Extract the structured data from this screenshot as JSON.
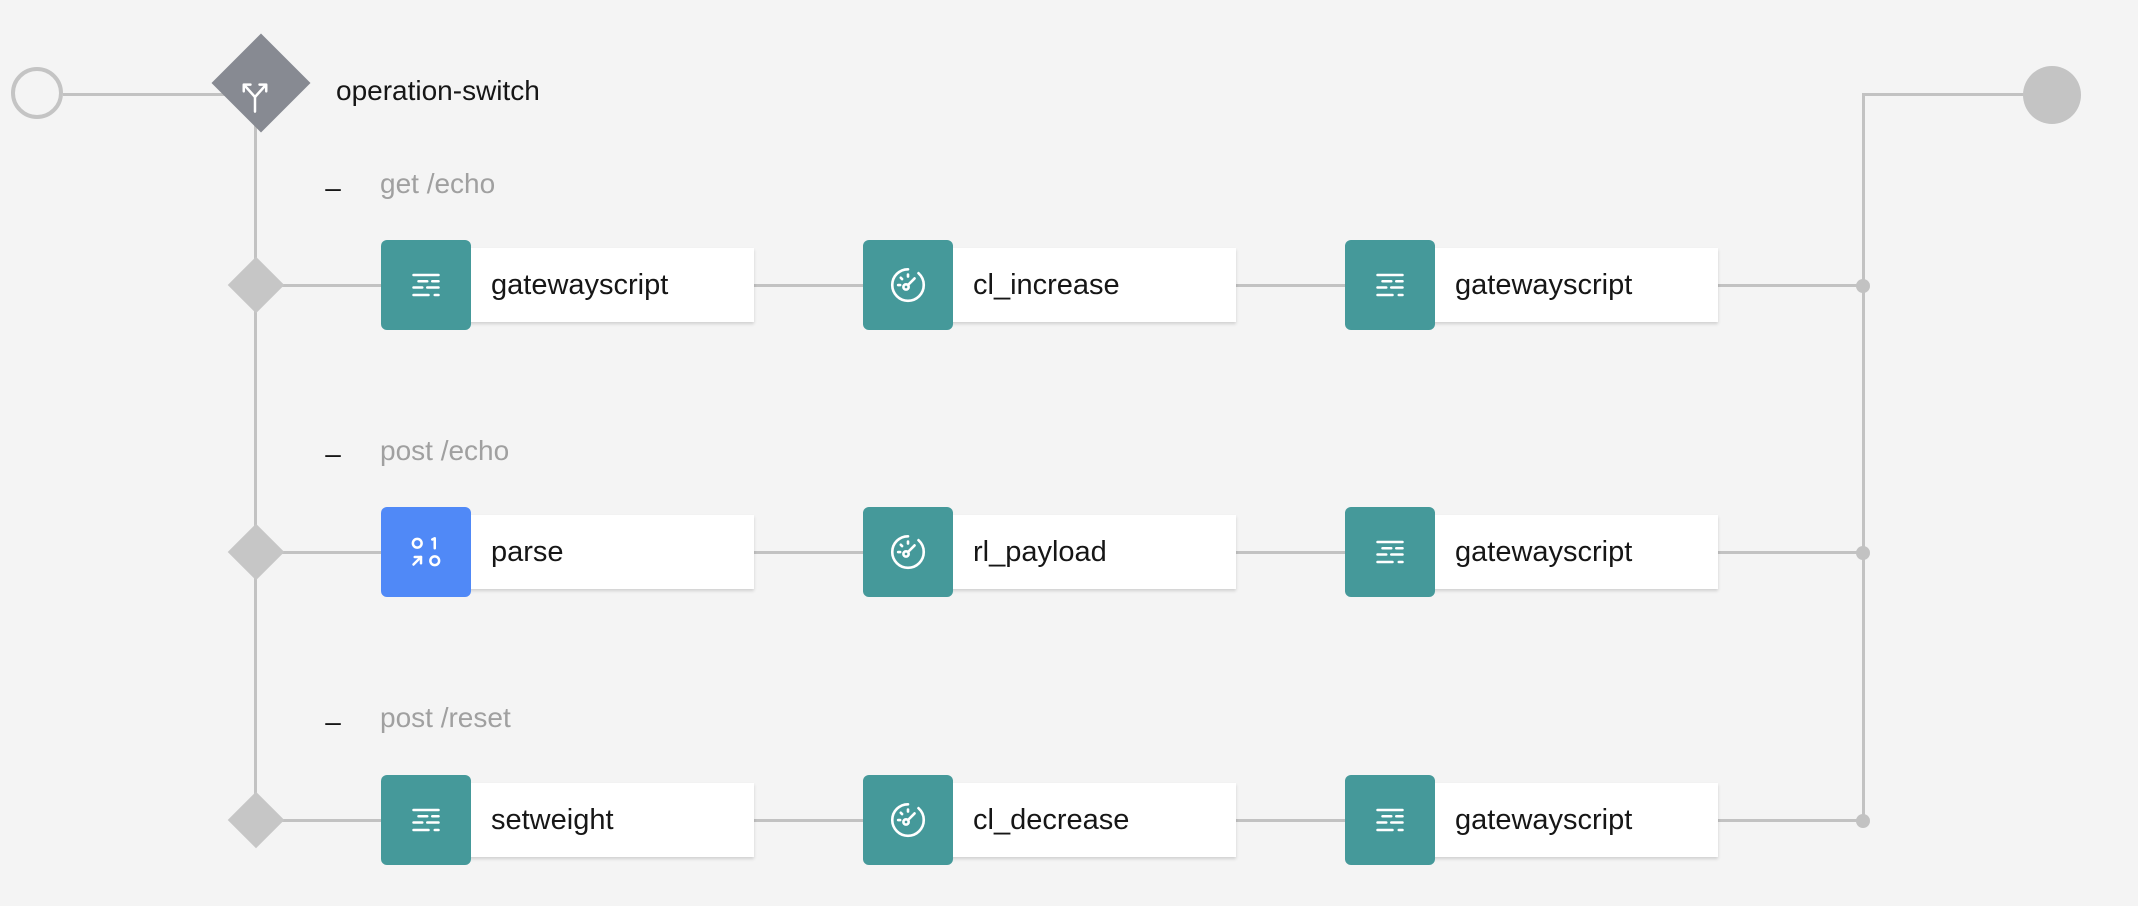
{
  "colors": {
    "teal": "#45999a",
    "blue": "#5089f7",
    "switch": "#878a92",
    "connector": "#c2c2c2"
  },
  "switch": {
    "label": "operation-switch",
    "icon": "branch-icon"
  },
  "collapse_symbol": "–",
  "cases": [
    {
      "label": "get /echo",
      "nodes": [
        {
          "label": "gatewayscript",
          "icon": "script-icon",
          "color": "teal"
        },
        {
          "label": "cl_increase",
          "icon": "gauge-icon",
          "color": "teal"
        },
        {
          "label": "gatewayscript",
          "icon": "script-icon",
          "color": "teal"
        }
      ]
    },
    {
      "label": "post /echo",
      "nodes": [
        {
          "label": "parse",
          "icon": "parse-icon",
          "color": "blue"
        },
        {
          "label": "rl_payload",
          "icon": "gauge-icon",
          "color": "teal"
        },
        {
          "label": "gatewayscript",
          "icon": "script-icon",
          "color": "teal"
        }
      ]
    },
    {
      "label": "post /reset",
      "nodes": [
        {
          "label": "setweight",
          "icon": "script-icon",
          "color": "teal"
        },
        {
          "label": "cl_decrease",
          "icon": "gauge-icon",
          "color": "teal"
        },
        {
          "label": "gatewayscript",
          "icon": "script-icon",
          "color": "teal"
        }
      ]
    }
  ]
}
